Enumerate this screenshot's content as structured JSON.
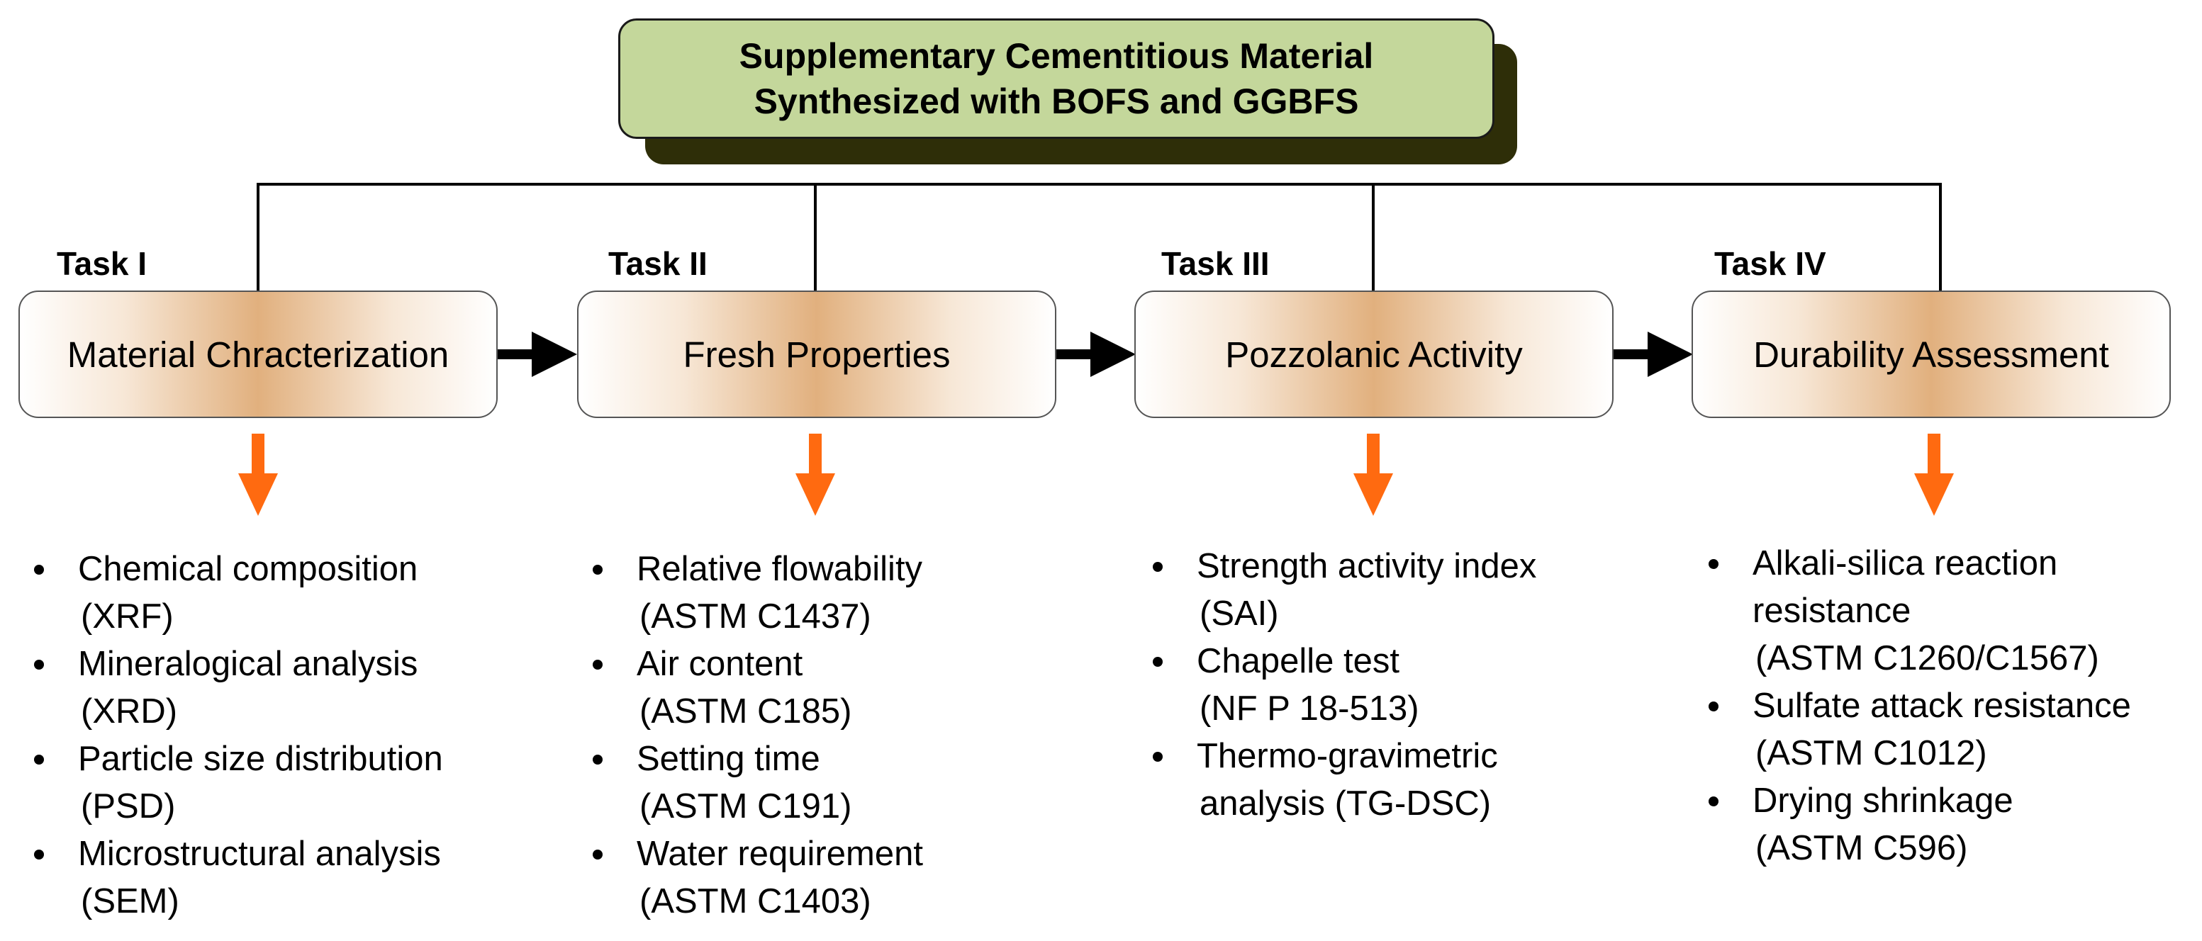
{
  "title": {
    "line1": "Supplementary Cementitious Material",
    "line2": "Synthesized with BOFS and GGBFS"
  },
  "colors": {
    "title_fill": "#c4d79b",
    "title_shadow": "#2e2e08",
    "task_gradient_center": "#e1b07e",
    "down_arrow": "#ff6a10",
    "right_arrow": "#000000"
  },
  "tasks": [
    {
      "label": "Task I",
      "name": "Material Chracterization",
      "items": [
        {
          "main": "Chemical composition",
          "sub": "(XRF)"
        },
        {
          "main": "Mineralogical analysis",
          "sub": "(XRD)"
        },
        {
          "main": "Particle size distribution",
          "sub": "(PSD)"
        },
        {
          "main": "Microstructural analysis",
          "sub": "(SEM)"
        }
      ]
    },
    {
      "label": "Task II",
      "name": "Fresh Properties",
      "items": [
        {
          "main": "Relative flowability",
          "sub": "(ASTM C1437)"
        },
        {
          "main": "Air content",
          "sub": "(ASTM C185)"
        },
        {
          "main": "Setting time",
          "sub": "(ASTM C191)"
        },
        {
          "main": "Water requirement",
          "sub": "(ASTM C1403)"
        }
      ]
    },
    {
      "label": "Task III",
      "name": "Pozzolanic Activity",
      "items": [
        {
          "main": "Strength activity index",
          "sub": "(SAI)"
        },
        {
          "main": "Chapelle test",
          "sub": "(NF P 18-513)"
        },
        {
          "main": "Thermo-gravimetric",
          "sub": "analysis (TG-DSC)"
        }
      ]
    },
    {
      "label": "Task IV",
      "name": "Durability Assessment",
      "items": [
        {
          "main": "Alkali-silica reaction",
          "sub": "resistance",
          "sub2": "(ASTM C1260/C1567)"
        },
        {
          "main": "Sulfate attack resistance",
          "sub": "(ASTM C1012)"
        },
        {
          "main": "Drying shrinkage",
          "sub": "(ASTM C596)"
        }
      ]
    }
  ]
}
